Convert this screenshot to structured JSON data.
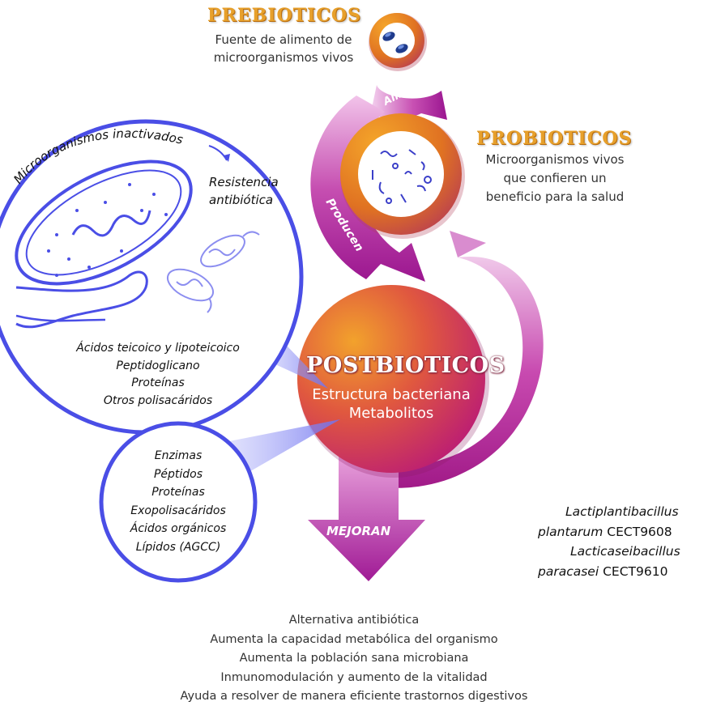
{
  "prebioticos": {
    "title": "PREBIOTICOS",
    "desc_line1": "Fuente de alimento de",
    "desc_line2": "microorganismos vivos"
  },
  "probioticos": {
    "title": "PROBIOTICOS",
    "desc_line1": "Microorganismos vivos",
    "desc_line2": "que confieren un",
    "desc_line3": "beneficio para la salud"
  },
  "arrows": {
    "alimentan": "Alimentan",
    "producen": "Producen",
    "mejoran": "MEJORAN"
  },
  "postbioticos": {
    "title": "POSTBIOTICOS",
    "line1": "Estructura bacteriana",
    "line2": "Metabolitos"
  },
  "inactivated": {
    "arc_label": "Microorganismos inactivados",
    "resistance_line1": "Resistencia",
    "resistance_line2": "antibiótica",
    "components": [
      "Ácidos teicoico y lipoteicoico",
      "Peptidoglicano",
      "Proteínas",
      "Otros polisacáridos"
    ]
  },
  "metabolites": [
    "Enzimas",
    "Péptidos",
    "Proteínas",
    "Exopolisacáridos",
    "Ácidos orgánicos",
    "Lípidos (AGCC)"
  ],
  "species": {
    "s1_genus": "Lactiplantibacillus",
    "s1_species": "plantarum",
    "s1_strain": "CECT9608",
    "s2_genus": "Lacticaseibacillus",
    "s2_species": "paracasei",
    "s2_strain": "CECT9610"
  },
  "benefits": [
    "Alternativa antibiótica",
    "Aumenta la capacidad metabólica del organismo",
    "Aumenta la población sana microbiana",
    "Inmunomodulación y aumento de la vitalidad",
    "Ayuda a resolver de manera eficiente trastornos digestivos"
  ],
  "colors": {
    "title_orange": "#e7a02b",
    "magenta": "#b4167c",
    "outline_blue": "#4a4ee6",
    "orange": "#e8821e"
  }
}
